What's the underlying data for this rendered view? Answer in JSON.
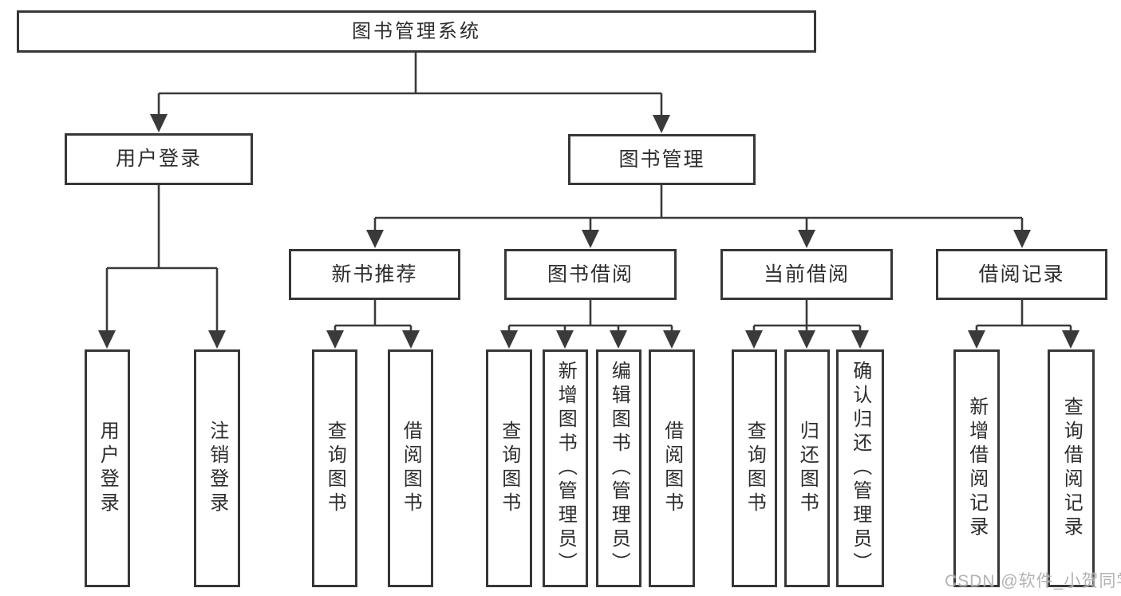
{
  "diagram": {
    "title": "图书管理系统",
    "root": {
      "label": "图书管理系统"
    },
    "level2": [
      {
        "label": "用户登录"
      },
      {
        "label": "图书管理"
      }
    ],
    "level3": [
      {
        "label": "新书推荐"
      },
      {
        "label": "图书借阅"
      },
      {
        "label": "当前借阅"
      },
      {
        "label": "借阅记录"
      }
    ],
    "leaves": {
      "user_login": [
        {
          "label": "用户登录"
        },
        {
          "label": "注销登录"
        }
      ],
      "new_book_recommend": [
        {
          "label": "查询图书"
        },
        {
          "label": "借阅图书"
        }
      ],
      "book_borrow": [
        {
          "label": "查询图书"
        },
        {
          "label": "新增图书（管理员）"
        },
        {
          "label": "编辑图书（管理员）"
        },
        {
          "label": "借阅图书"
        }
      ],
      "current_borrow": [
        {
          "label": "查询图书"
        },
        {
          "label": "归还图书"
        },
        {
          "label": "确认归还（管理员）"
        }
      ],
      "borrow_records": [
        {
          "label": "新增借阅记录"
        },
        {
          "label": "查询借阅记录"
        }
      ]
    },
    "line_color": "#3a3a3a",
    "watermark": "CSDN @软件_小贺同学"
  }
}
